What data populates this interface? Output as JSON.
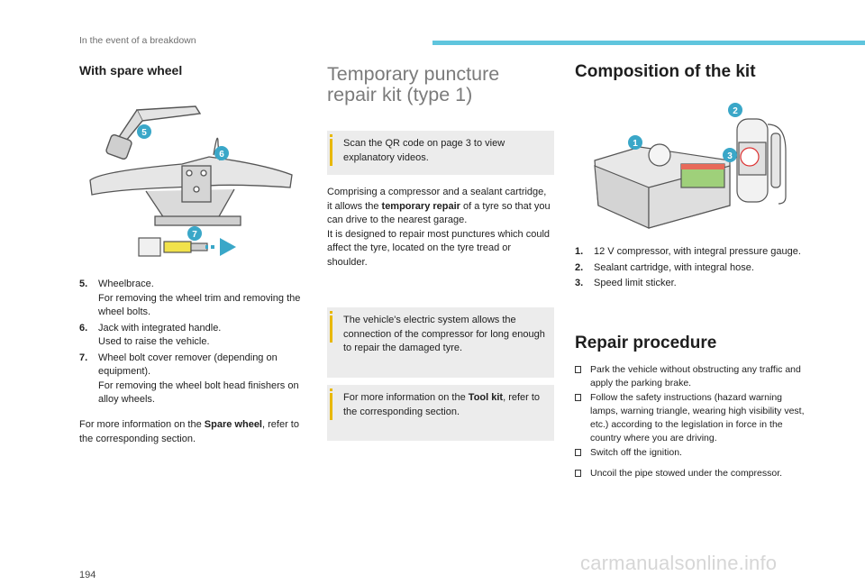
{
  "header": {
    "section": "In the event of a breakdown"
  },
  "page_number": "194",
  "watermark": "carmanualsonline.info",
  "left": {
    "title": "With spare wheel",
    "figure": {
      "labels": [
        "5",
        "6",
        "7"
      ]
    },
    "items": [
      {
        "num": "5.",
        "lines": [
          "Wheelbrace.",
          "For removing the wheel trim and removing the wheel bolts."
        ]
      },
      {
        "num": "6.",
        "lines": [
          "Jack with integrated handle.",
          "Used to raise the vehicle."
        ]
      },
      {
        "num": "7.",
        "lines": [
          "Wheel bolt cover remover (depending on equipment).",
          "For removing the wheel bolt head finishers on alloy wheels."
        ]
      }
    ],
    "footer_pre": "For more information on the ",
    "footer_bold": "Spare wheel",
    "footer_post": ", refer to the corresponding section."
  },
  "middle": {
    "title_line1": "Temporary puncture",
    "title_line2": "repair kit (type 1)",
    "info1": "Scan the QR code on page 3 to view explanatory videos.",
    "para_pre": "Comprising a compressor and a sealant cartridge, it allows the ",
    "para_bold": "temporary repair",
    "para_post": " of a tyre so that you can drive to the nearest garage.",
    "para2": "It is designed to repair most punctures which could affect the tyre, located on the tyre tread or shoulder.",
    "info2": "The vehicle's electric system allows the connection of the compressor for long enough to repair the damaged tyre.",
    "info3_pre": "For more information on the ",
    "info3_bold": "Tool kit",
    "info3_post": ", refer to the corresponding section."
  },
  "right": {
    "title": "Composition of the kit",
    "figure": {
      "labels": [
        "1",
        "2",
        "3"
      ]
    },
    "items": [
      {
        "num": "1.",
        "text": "12 V compressor, with integral pressure gauge."
      },
      {
        "num": "2.",
        "text": "Sealant cartridge, with integral hose."
      },
      {
        "num": "3.",
        "text": "Speed limit sticker."
      }
    ],
    "repair_title": "Repair procedure",
    "steps": [
      "Park the vehicle without obstructing any traffic and apply the parking brake.",
      "Follow the safety instructions (hazard warning lamps, warning triangle, wearing high visibility vest, etc.) according to the legislation in force in the country where you are driving.",
      "Switch off the ignition.",
      "Uncoil the pipe stowed under the compressor."
    ]
  }
}
